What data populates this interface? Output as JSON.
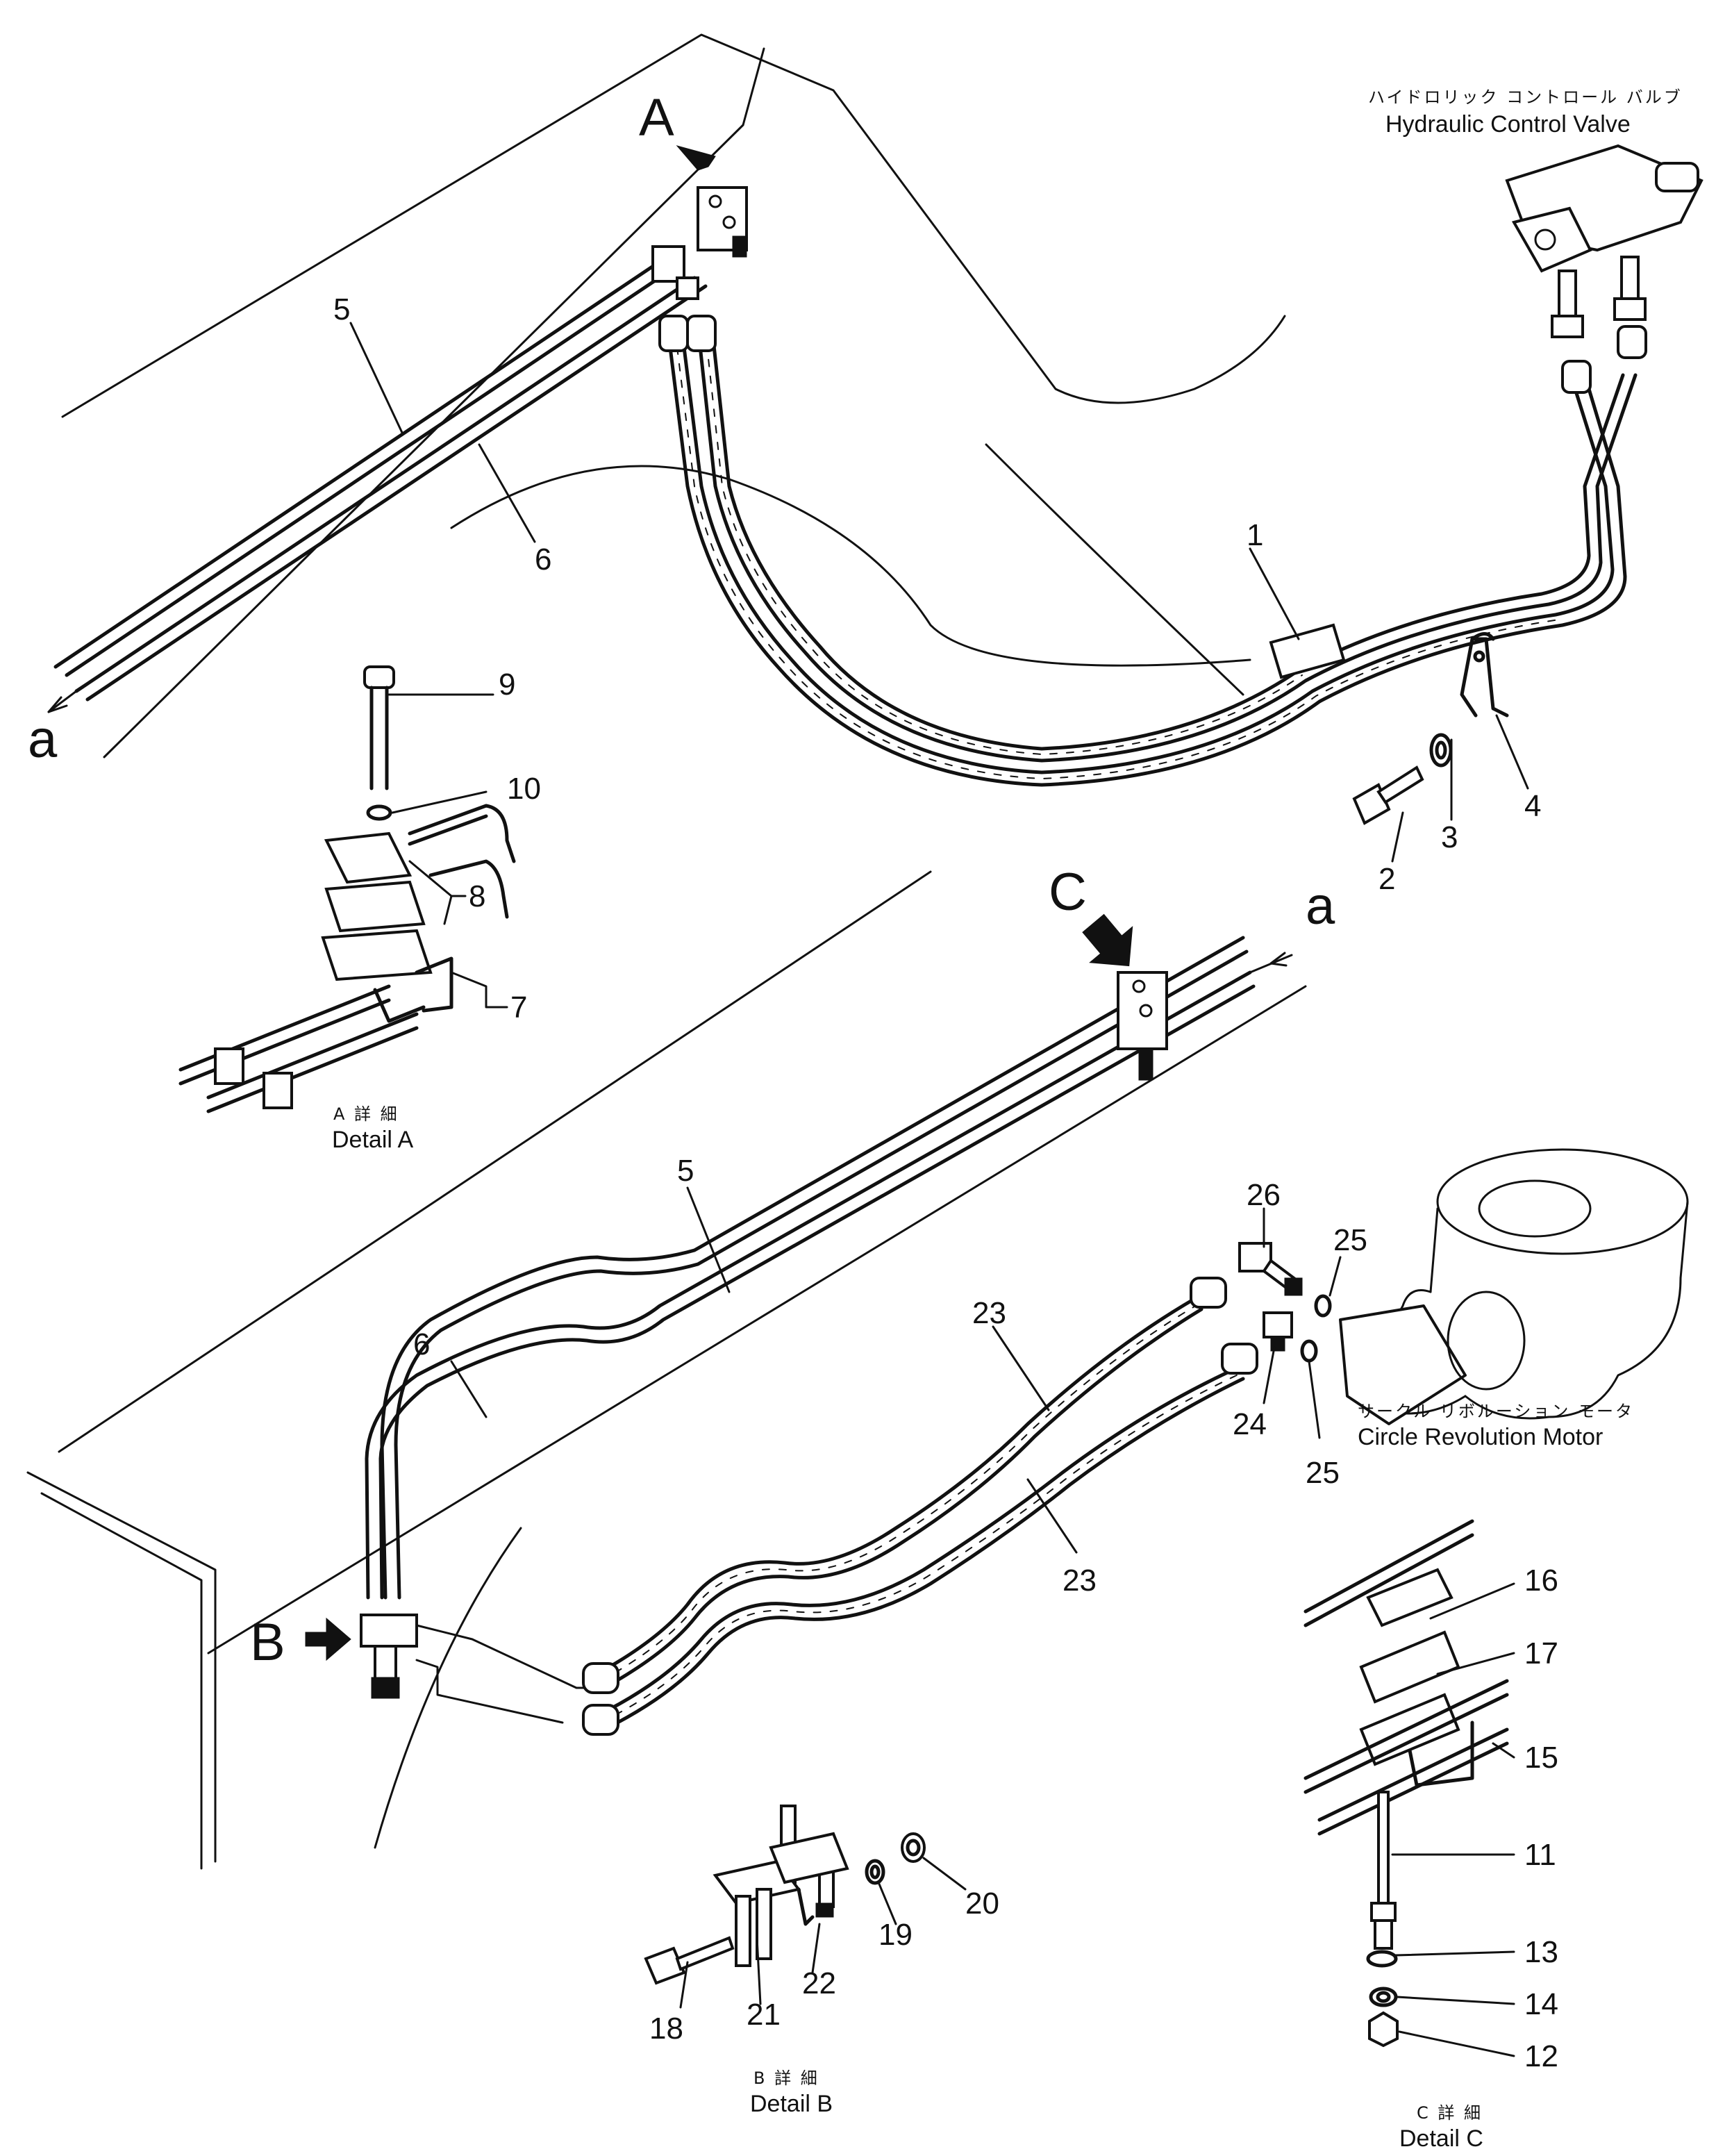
{
  "labels": {
    "hydraulic_control_valve_jp": "ハイドロリック コントロール バルブ",
    "hydraulic_control_valve": "Hydraulic Control Valve",
    "circle_revolution_motor_jp": "サークル リボルーション モータ",
    "circle_revolution_motor": "Circle Revolution Motor",
    "detail_a_jp": "A 詳 細",
    "detail_a": "Detail A",
    "detail_b_jp": "B 詳 細",
    "detail_b": "Detail B",
    "detail_c_jp": "C 詳 細",
    "detail_c": "Detail C"
  },
  "view_markers": {
    "a_view": "A",
    "b_view": "B",
    "c_view": "C",
    "a_top": "a",
    "a_bottom": "a"
  },
  "callouts": {
    "p1": "1",
    "p2": "2",
    "p3": "3",
    "p4": "4",
    "p5_top": "5",
    "p6_top": "6",
    "p5_bottom": "5",
    "p6_bottom": "6",
    "p7": "7",
    "p8": "8",
    "p9": "9",
    "p10": "10",
    "p11": "11",
    "p12": "12",
    "p13": "13",
    "p14": "14",
    "p15": "15",
    "p16": "16",
    "p17": "17",
    "p18": "18",
    "p19": "19",
    "p20": "20",
    "p21": "21",
    "p22": "22",
    "p23_upper": "23",
    "p23_lower": "23",
    "p24": "24",
    "p25_upper": "25",
    "p25_lower": "25",
    "p26": "26"
  }
}
